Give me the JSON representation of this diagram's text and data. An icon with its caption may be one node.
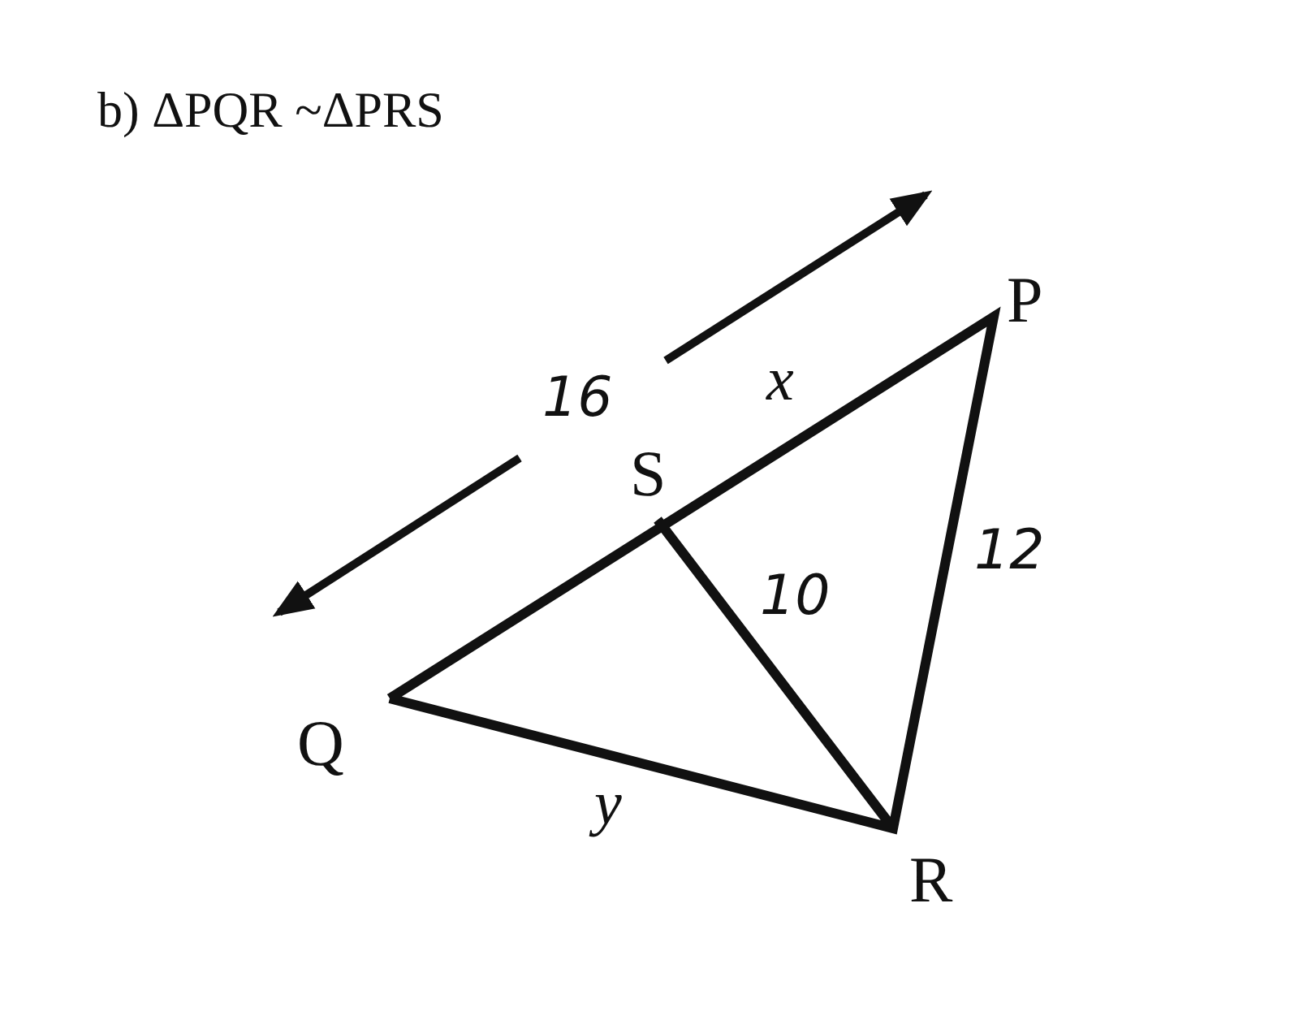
{
  "diagram": {
    "title": "b) ΔPQR ~ΔPRS",
    "labels": [
      "P",
      "16",
      "x",
      "S",
      "12",
      "10",
      "Q",
      "y",
      "R"
    ]
  }
}
